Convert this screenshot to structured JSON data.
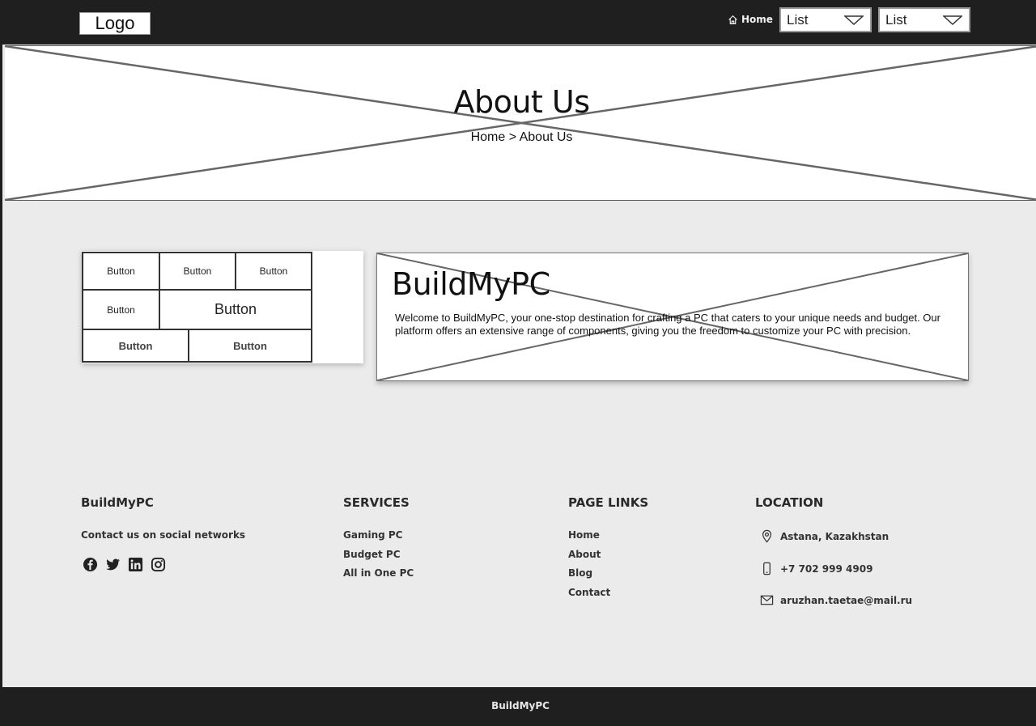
{
  "header": {
    "logo": "Logo",
    "home_label": "Home",
    "dropdowns": [
      {
        "selected": "List"
      },
      {
        "selected": "List"
      }
    ]
  },
  "hero": {
    "title": "About Us",
    "breadcrumb": {
      "home": "Home",
      "separator": ">",
      "current": "About Us"
    }
  },
  "button_grid": {
    "buttons": [
      "Button",
      "Button",
      "Button",
      "Button",
      "Button",
      "Button",
      "Button"
    ]
  },
  "about": {
    "title": "BuildMyPC",
    "text": "Welcome to BuildMyPC, your one-stop destination for crafting a PC that caters to your unique needs and budget. Our platform offers an extensive range of components, giving you the freedom to customize your PC with precision."
  },
  "footer": {
    "brand": {
      "title": "BuildMyPC",
      "contact_label": "Contact us on social networks",
      "socials": [
        "facebook-icon",
        "twitter-icon",
        "linkedin-icon",
        "instagram-icon"
      ]
    },
    "services": {
      "title": "SERVICES",
      "items": [
        "Gaming PC",
        "Budget PC",
        "All in One PC"
      ]
    },
    "page_links": {
      "title": "PAGE LINKS",
      "items": [
        "Home",
        "About",
        "Blog",
        "Contact"
      ]
    },
    "location": {
      "title": "LOCATION",
      "address": "Astana, Kazakhstan",
      "phone": "+7 702 999 4909",
      "email": "aruzhan.taetae@mail.ru"
    }
  },
  "bottom_bar": {
    "brand": "BuildMyPC"
  },
  "colors": {
    "dark": "#1f1f1f",
    "page_bg": "#ebebeb",
    "card_bg": "#ffffff"
  }
}
